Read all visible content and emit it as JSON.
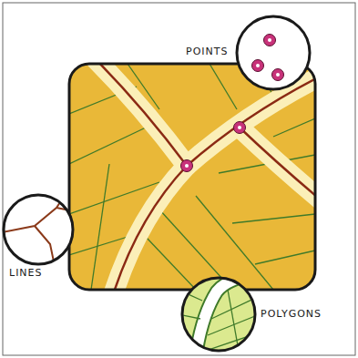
{
  "diagram": {
    "labels": [
      "POINTS",
      "LINES",
      "POLYGONS"
    ]
  }
}
